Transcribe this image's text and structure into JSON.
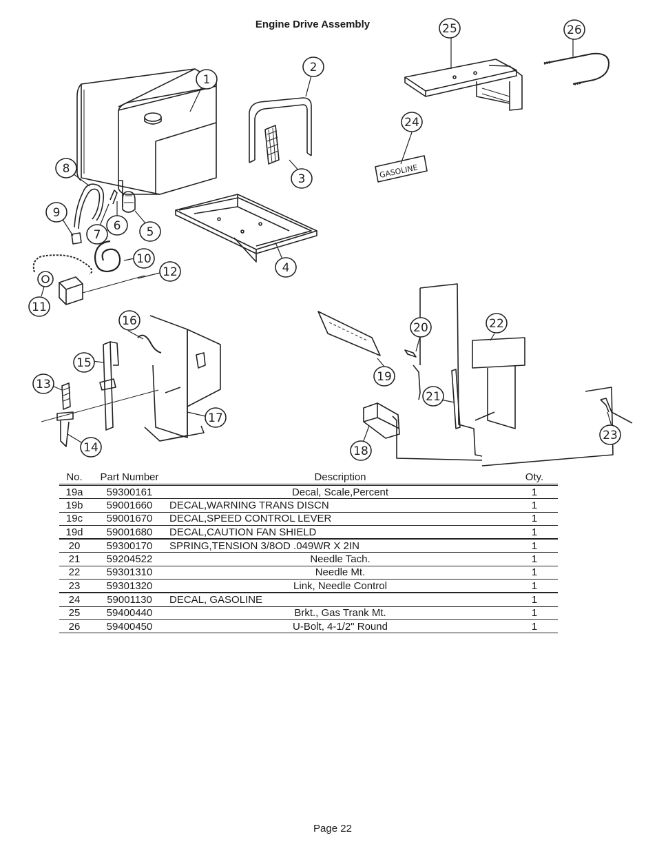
{
  "page": {
    "title": "Engine Drive Assembly",
    "footer": "Page 22"
  },
  "diagram": {
    "callouts": [
      "1",
      "2",
      "3",
      "4",
      "5",
      "6",
      "7",
      "8",
      "9",
      "10",
      "11",
      "12",
      "13",
      "14",
      "15",
      "16",
      "17",
      "18",
      "19",
      "20",
      "21",
      "22",
      "23",
      "24",
      "25",
      "26"
    ],
    "decal_text": "GASOLINE"
  },
  "table": {
    "headers": {
      "no": "No.",
      "part_number": "Part Number",
      "description": "Description",
      "qty": "Oty."
    },
    "rows": [
      {
        "no": "19a",
        "pn": "59300161",
        "desc": "Decal, Scale,Percent",
        "qty": "1",
        "align": "center"
      },
      {
        "no": "19b",
        "pn": "59001660",
        "desc": "DECAL,WARNING TRANS DISCN",
        "qty": "1",
        "align": "left"
      },
      {
        "no": "19c",
        "pn": "59001670",
        "desc": "DECAL,SPEED CONTROL LEVER",
        "qty": "1",
        "align": "left"
      },
      {
        "no": "19d",
        "pn": "59001680",
        "desc": "DECAL,CAUTION FAN SHIELD",
        "qty": "1",
        "align": "left"
      },
      {
        "no": "20",
        "pn": "59300170",
        "desc": "SPRING,TENSION 3/8OD .049WR X 2IN",
        "qty": "1",
        "align": "left"
      },
      {
        "no": "21",
        "pn": "59204522",
        "desc": "Needle Tach.",
        "qty": "1",
        "align": "center"
      },
      {
        "no": "22",
        "pn": "59301310",
        "desc": "Needle Mt.",
        "qty": "1",
        "align": "center"
      },
      {
        "no": "23",
        "pn": "59301320",
        "desc": "Link, Needle Control",
        "qty": "1",
        "align": "center"
      },
      {
        "no": "24",
        "pn": "59001130",
        "desc": "DECAL, GASOLINE",
        "qty": "1",
        "align": "left"
      },
      {
        "no": "25",
        "pn": "59400440",
        "desc": "Brkt., Gas Trank Mt.",
        "qty": "1",
        "align": "center"
      },
      {
        "no": "26",
        "pn": "59400450",
        "desc": "U-Bolt, 4-1/2\" Round",
        "qty": "1",
        "align": "center"
      }
    ]
  }
}
